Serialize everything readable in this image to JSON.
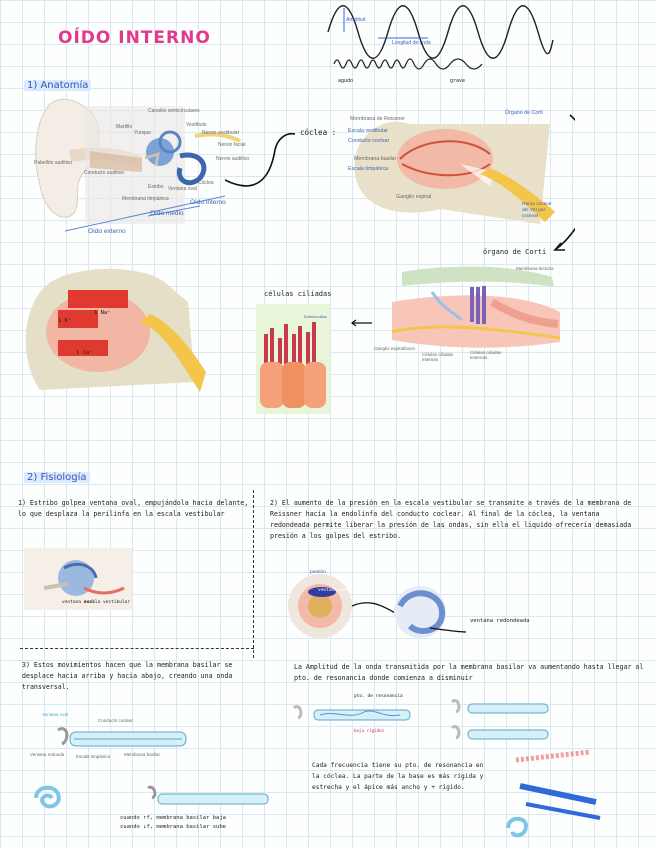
{
  "title": "OÍDO INTERNO",
  "sections": {
    "anatomia": "1) Anatomía",
    "fisiologia": "2) Fisiología"
  },
  "waves": {
    "amplitude": "Amplitud",
    "wavelength": "Longitud de onda",
    "high": "agudo",
    "low": "grave"
  },
  "ear": {
    "labels": [
      "Canales semicirculares",
      "Martillo",
      "Yunque",
      "Vestíbulo",
      "Nervio vestibular",
      "Nervio facial",
      "Nervio auditivo",
      "Pabellón auditivo",
      "Conducto auditivo",
      "Estribo",
      "Ventana oval",
      "Cóclea",
      "Membrana timpánica"
    ],
    "regions": {
      "middle": "Oído medio",
      "inner": "Oído interno",
      "outer": "Oído externo"
    }
  },
  "cochlea": {
    "heading": "cóclea :",
    "labels": [
      "Membrana de Reissner",
      "Escala vestibular",
      "Conducto coclear",
      "Membrana basilar",
      "Escala timpánica",
      "Ganglio espiral"
    ],
    "organ": "Órgano de Corti",
    "nerve": "Rama coclear del VIII par craneal"
  },
  "corti": {
    "heading": "órgano de Corti",
    "labels": [
      "Membrana tectoria",
      "Ganglio espiral/axon",
      "Células ciliadas internas",
      "Células ciliadas externas"
    ]
  },
  "section_labels": [
    "1 Na⁺",
    "1 K⁺",
    "1 Ca⁺"
  ],
  "hair_cells": {
    "heading": "células ciliadas",
    "estereocilios": "Estereocilios"
  },
  "fisio": {
    "step1": "1) Estribo golpea ventana oval, empujándola hacia delante, lo que desplaza la perilinfa en la escala vestibular",
    "step1_labels": [
      "ventana oval",
      "escala vestibular"
    ],
    "step2": "2) El aumento de la presión en la escala vestibular se transmite a través de la membrana de Reissner hacia la endolinfa del conducto coclear. Al final de la cóclea, la ventana redondeada permite liberar la presión de las ondas, sin ella el líquido ofrecería demasiada presión a los golpes del estribo.",
    "step2_labels": [
      "presión",
      "ventana oval",
      "ventana redondeada"
    ],
    "step3": "3) Estos movimientos hacen que la membrana basilar se desplace hacia arriba y hacia abajo, creando una onda transversal.",
    "step3_labels": [
      "Ventana oval",
      "Conducto coclear",
      "Ventana redonda",
      "Escala timpánica",
      "Membrana basilar"
    ],
    "step3_formula": "cuando ↑f, membrana basilar baja\ncuando ↓f, membrana basilar sube",
    "amplitude_text": "La Amplitud de la onda transmitida por la membrana basilar va aumentando hasta llegar al pto. de resonancia donde comienza a disminuir",
    "resonance_labels": [
      "pto. de resonancia",
      "baja rigidez"
    ],
    "frequency_text": "Cada frecuencia tiene su pto. de resonancia en la cóclea. La parte de la base es más rígida y estrecha y el ápice más ancho y + rígido."
  }
}
